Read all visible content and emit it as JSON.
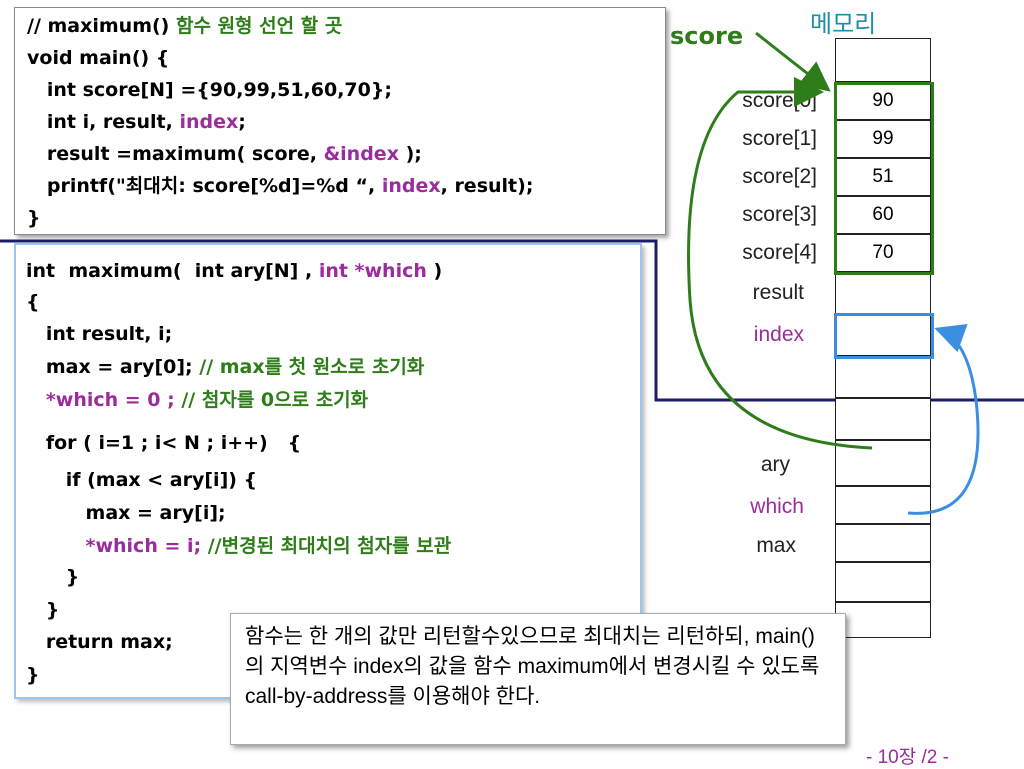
{
  "main_code": {
    "lines": [
      {
        "a": "// maximum() ",
        "b": "함수 원형 선언 할 곳"
      },
      {
        "a": "void main() {"
      },
      {
        "a": "   int score[N] ={90,99,51,60,70};"
      },
      {
        "a": "   int i, result, ",
        "b": "index",
        ";": ";"
      },
      {
        "a": "   result =maximum( score, ",
        "b": "&index",
        " c": " );"
      },
      {
        "a": "   printf(\"최대치: score[%d]=%d “, ",
        "b": "index",
        ", result);": ", result);"
      },
      {
        "a": "}"
      }
    ]
  },
  "max_code": {
    "l1a": "int  maximum(  int ary[N] , ",
    "l1b": "int *which",
    " l1c": " )",
    "l2": "{",
    "l3": "   int result, i;",
    "l4a": "   max = ary[0]; ",
    "l4b": "// max를 첫 원소로 초기화",
    "l5a": "   *which = 0 ; ",
    "l5b": "// 첨자를 0으로 초기화",
    "l6": "   for ( i=1 ; i< N ; i++)   {",
    "l7": "      if (max < ary[i]) {",
    "l8": "         max = ary[i];",
    "l9a": "         *which = i; ",
    "l9b": "//변경된 최대치의 첨자를 보관",
    "l10": "      }",
    "l11": "   }",
    "l12": "   return max;",
    "l13": "}"
  },
  "memory": {
    "title": "메모리",
    "score_label": "score",
    "labels": [
      "score[0]",
      "score[1]",
      "score[2]",
      "score[3]",
      "score[4]",
      "result",
      "index",
      "ary",
      "which",
      "max"
    ],
    "values": [
      "90",
      "99",
      "51",
      "60",
      "70"
    ]
  },
  "note": "함수는 한 개의 값만 리턴할수있으므로 최대치는 리턴하되, main()의 지역변수 index의 값을 함수 maximum에서 변경시킬 수 있도록 call-by-address를 이용해야 한다.",
  "page_number": "- 10장 /2 -",
  "colors": {
    "green": "#2e7d1a",
    "purple": "#9b2c9b",
    "navy": "#1c1c6b",
    "blue": "#3a8fe0",
    "teal": "#1b8ea8"
  }
}
